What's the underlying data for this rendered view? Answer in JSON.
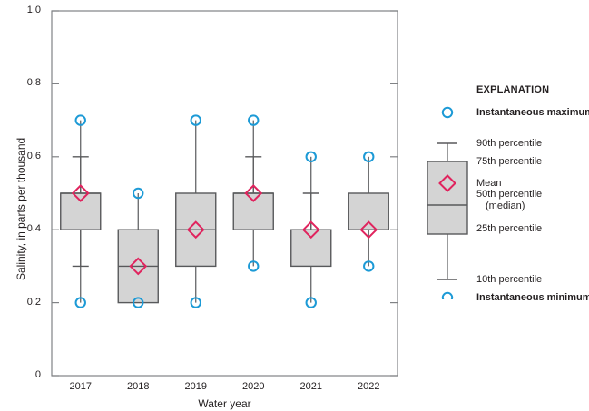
{
  "chart_data": {
    "type": "box",
    "title": "",
    "xlabel": "Water year",
    "ylabel": "Salinity, in parts per thousand",
    "categories": [
      "2017",
      "2018",
      "2019",
      "2020",
      "2021",
      "2022"
    ],
    "ylim": [
      0,
      1.0
    ],
    "ytick_labels": [
      "0",
      "0.2",
      "0.4",
      "0.6",
      "0.8",
      "1.0"
    ],
    "ytick_values": [
      0,
      0.2,
      0.4,
      0.6,
      0.8,
      1.0
    ],
    "grid": false,
    "legend_position": "right",
    "series": [
      {
        "name": "2017",
        "instantaneous_maximum": 0.7,
        "p90": 0.6,
        "p75": 0.5,
        "mean": 0.5,
        "median": 0.5,
        "p25": 0.4,
        "p10": 0.3,
        "instantaneous_minimum": 0.2
      },
      {
        "name": "2018",
        "instantaneous_maximum": 0.5,
        "p90": 0.5,
        "p75": 0.4,
        "mean": 0.3,
        "median": 0.3,
        "p25": 0.2,
        "p10": 0.2,
        "instantaneous_minimum": 0.2
      },
      {
        "name": "2019",
        "instantaneous_maximum": 0.7,
        "p90": 0.7,
        "p75": 0.5,
        "mean": 0.4,
        "median": 0.4,
        "p25": 0.3,
        "p10": 0.2,
        "instantaneous_minimum": 0.2
      },
      {
        "name": "2020",
        "instantaneous_maximum": 0.7,
        "p90": 0.6,
        "p75": 0.5,
        "mean": 0.5,
        "median": 0.5,
        "p25": 0.4,
        "p10": 0.3,
        "instantaneous_minimum": 0.3
      },
      {
        "name": "2021",
        "instantaneous_maximum": 0.6,
        "p90": 0.5,
        "p75": 0.4,
        "mean": 0.4,
        "median": 0.4,
        "p25": 0.3,
        "p10": 0.2,
        "instantaneous_minimum": 0.2
      },
      {
        "name": "2022",
        "instantaneous_maximum": 0.6,
        "p90": 0.6,
        "p75": 0.5,
        "mean": 0.4,
        "median": 0.4,
        "p25": 0.4,
        "p10": 0.3,
        "instantaneous_minimum": 0.3
      }
    ]
  },
  "legend": {
    "title": "EXPLANATION",
    "items": [
      {
        "label": "Instantaneous maximum",
        "bold": true,
        "indent": false
      },
      {
        "label": "90th percentile",
        "bold": false,
        "indent": false
      },
      {
        "label": "75th percentile",
        "bold": false,
        "indent": false
      },
      {
        "label": "Mean",
        "bold": false,
        "indent": false
      },
      {
        "label": "50th percentile",
        "bold": false,
        "indent": false
      },
      {
        "label": "(median)",
        "bold": false,
        "indent": true
      },
      {
        "label": "25th percentile",
        "bold": false,
        "indent": false
      },
      {
        "label": "10th percentile",
        "bold": false,
        "indent": false
      },
      {
        "label": "Instantaneous minimum",
        "bold": true,
        "indent": false
      }
    ]
  },
  "colors": {
    "box_fill": "#d4d4d4",
    "box_stroke": "#58595b",
    "whisker": "#58595b",
    "outlier": "#1c9ad6",
    "mean": "#e0245e",
    "axis": "#808285",
    "text": "#231f20"
  }
}
